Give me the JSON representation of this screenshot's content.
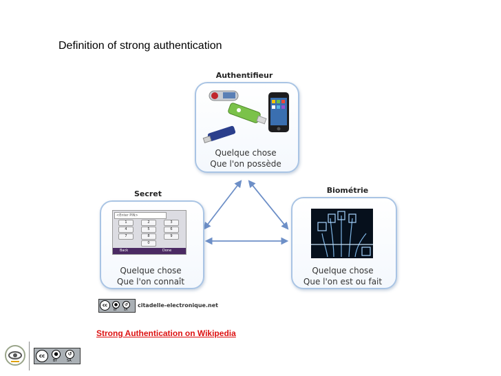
{
  "slide": {
    "title": "Definition of strong authentication"
  },
  "diagram": {
    "authentifieur": {
      "heading": "Authentifieur",
      "caption_line1": "Quelque chose",
      "caption_line2": "Que l'on possède"
    },
    "secret": {
      "heading": "Secret",
      "caption_line1": "Quelque chose",
      "caption_line2": "Que l'on connaît"
    },
    "biometrie": {
      "heading": "Biométrie",
      "caption_line1": "Quelque chose",
      "caption_line2": "Que l'on est  ou fait"
    }
  },
  "keypad": {
    "placeholder": "<Enter PIN>",
    "keys": [
      "1",
      "2",
      "3",
      "4",
      "5",
      "6",
      "7",
      "8",
      "9",
      "0"
    ],
    "back_label": "Back",
    "done_label": "Done"
  },
  "credits": {
    "site": "citadelle-electronique.net"
  },
  "link": {
    "label": "Strong Authentication on Wikipedia"
  },
  "license": {
    "cc": "cc",
    "by": "BY",
    "sa": "SA"
  },
  "colors": {
    "box_border": "#a9c4e4",
    "arrow": "#6d8fc7",
    "link": "#dd1111"
  }
}
